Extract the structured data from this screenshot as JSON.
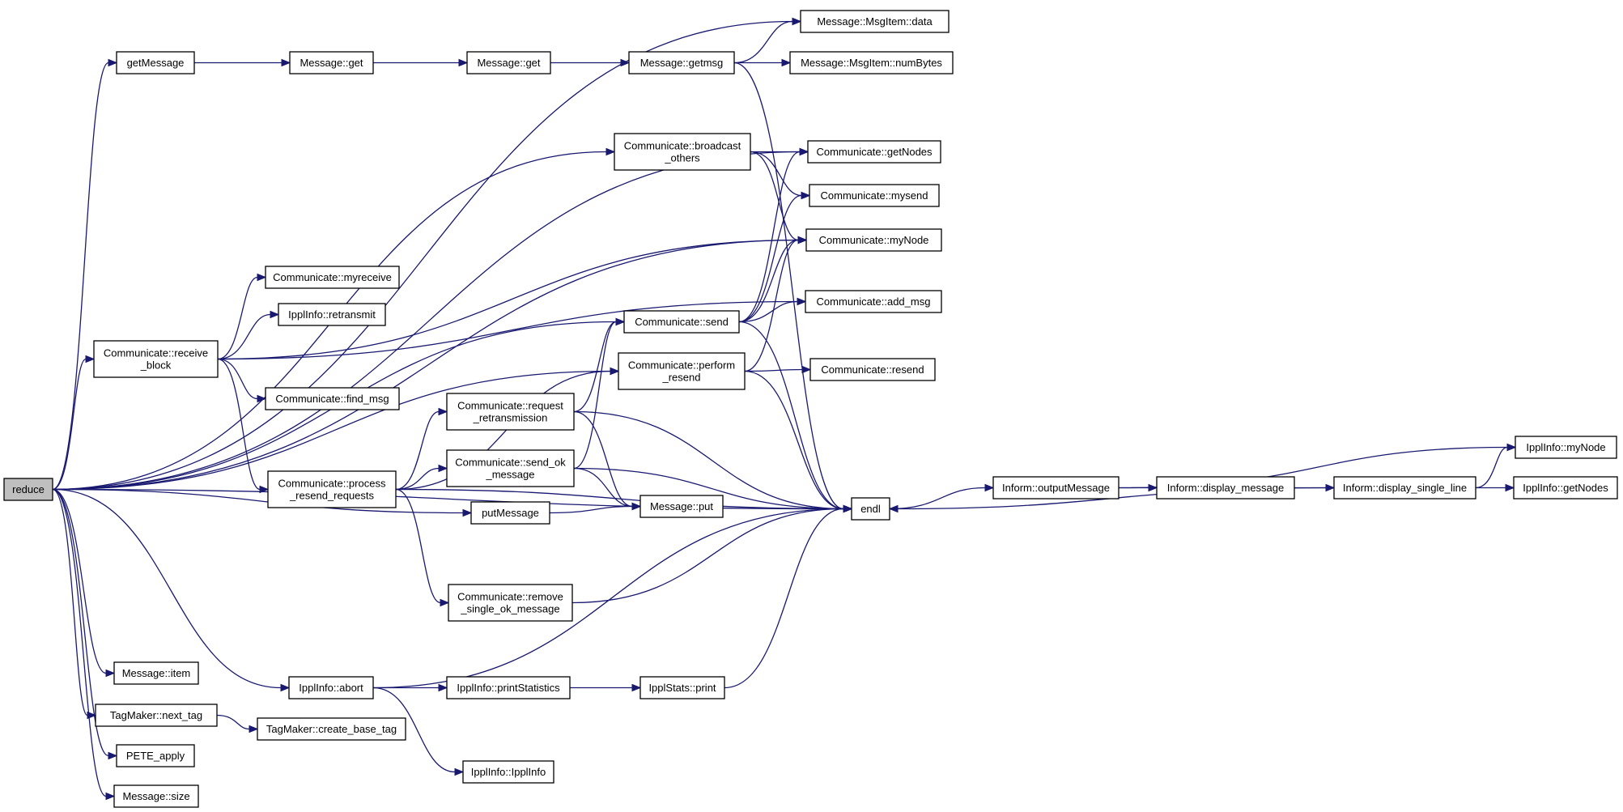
{
  "nodes": [
    {
      "id": "reduce",
      "lines": [
        "reduce"
      ]
    },
    {
      "id": "getMessage",
      "lines": [
        "getMessage"
      ]
    },
    {
      "id": "Message_get1",
      "lines": [
        "Message::get"
      ]
    },
    {
      "id": "Message_get2",
      "lines": [
        "Message::get"
      ]
    },
    {
      "id": "Message_getmsg",
      "lines": [
        "Message::getmsg"
      ]
    },
    {
      "id": "MsgItem_data",
      "lines": [
        "Message::MsgItem::data"
      ]
    },
    {
      "id": "MsgItem_numBytes",
      "lines": [
        "Message::MsgItem::numBytes"
      ]
    },
    {
      "id": "Comm_broadcast_others",
      "lines": [
        "Communicate::broadcast",
        "_others"
      ]
    },
    {
      "id": "Comm_getNodes",
      "lines": [
        "Communicate::getNodes"
      ]
    },
    {
      "id": "Comm_mysend",
      "lines": [
        "Communicate::mysend"
      ]
    },
    {
      "id": "Comm_myNode",
      "lines": [
        "Communicate::myNode"
      ]
    },
    {
      "id": "Comm_myreceive",
      "lines": [
        "Communicate::myreceive"
      ]
    },
    {
      "id": "IpplInfo_retransmit",
      "lines": [
        "IpplInfo::retransmit"
      ]
    },
    {
      "id": "Comm_add_msg",
      "lines": [
        "Communicate::add_msg"
      ]
    },
    {
      "id": "Comm_receive_block",
      "lines": [
        "Communicate::receive",
        "_block"
      ]
    },
    {
      "id": "Comm_send",
      "lines": [
        "Communicate::send"
      ]
    },
    {
      "id": "Comm_perform_resend",
      "lines": [
        "Communicate::perform",
        "_resend"
      ]
    },
    {
      "id": "Comm_resend",
      "lines": [
        "Communicate::resend"
      ]
    },
    {
      "id": "Comm_find_msg",
      "lines": [
        "Communicate::find_msg"
      ]
    },
    {
      "id": "Comm_request_retransmission",
      "lines": [
        "Communicate::request",
        "_retransmission"
      ]
    },
    {
      "id": "Comm_send_ok_message",
      "lines": [
        "Communicate::send_ok",
        "_message"
      ]
    },
    {
      "id": "Comm_process_resend_requests",
      "lines": [
        "Communicate::process",
        "_resend_requests"
      ]
    },
    {
      "id": "putMessage",
      "lines": [
        "putMessage"
      ]
    },
    {
      "id": "Message_put",
      "lines": [
        "Message::put"
      ]
    },
    {
      "id": "endl",
      "lines": [
        "endl"
      ]
    },
    {
      "id": "Inform_outputMessage",
      "lines": [
        "Inform::outputMessage"
      ]
    },
    {
      "id": "Inform_display_message",
      "lines": [
        "Inform::display_message"
      ]
    },
    {
      "id": "Inform_display_single_line",
      "lines": [
        "Inform::display_single_line"
      ]
    },
    {
      "id": "IpplInfo_myNode",
      "lines": [
        "IpplInfo::myNode"
      ]
    },
    {
      "id": "IpplInfo_getNodes",
      "lines": [
        "IpplInfo::getNodes"
      ]
    },
    {
      "id": "Comm_remove_single_ok_message",
      "lines": [
        "Communicate::remove",
        "_single_ok_message"
      ]
    },
    {
      "id": "Message_item",
      "lines": [
        "Message::item"
      ]
    },
    {
      "id": "IpplInfo_abort",
      "lines": [
        "IpplInfo::abort"
      ]
    },
    {
      "id": "IpplInfo_printStatistics",
      "lines": [
        "IpplInfo::printStatistics"
      ]
    },
    {
      "id": "IpplStats_print",
      "lines": [
        "IpplStats::print"
      ]
    },
    {
      "id": "TagMaker_next_tag",
      "lines": [
        "TagMaker::next_tag"
      ]
    },
    {
      "id": "TagMaker_create_base_tag",
      "lines": [
        "TagMaker::create_base_tag"
      ]
    },
    {
      "id": "PETE_apply",
      "lines": [
        "PETE_apply"
      ]
    },
    {
      "id": "IpplInfo_IpplInfo",
      "lines": [
        "IpplInfo::IpplInfo"
      ]
    },
    {
      "id": "Message_size",
      "lines": [
        "Message::size"
      ]
    }
  ],
  "edges": [
    [
      "reduce",
      "getMessage"
    ],
    [
      "reduce",
      "MsgItem_data"
    ],
    [
      "reduce",
      "Comm_getNodes"
    ],
    [
      "reduce",
      "Comm_broadcast_others"
    ],
    [
      "reduce",
      "Comm_myNode"
    ],
    [
      "reduce",
      "Comm_receive_block"
    ],
    [
      "reduce",
      "Comm_send"
    ],
    [
      "reduce",
      "Comm_perform_resend"
    ],
    [
      "reduce",
      "putMessage"
    ],
    [
      "reduce",
      "endl"
    ],
    [
      "reduce",
      "Message_item"
    ],
    [
      "reduce",
      "IpplInfo_abort"
    ],
    [
      "reduce",
      "TagMaker_next_tag"
    ],
    [
      "reduce",
      "PETE_apply"
    ],
    [
      "reduce",
      "Message_size"
    ],
    [
      "getMessage",
      "Message_get1"
    ],
    [
      "Message_get1",
      "Message_get2"
    ],
    [
      "Message_get2",
      "Message_getmsg"
    ],
    [
      "Message_getmsg",
      "MsgItem_data"
    ],
    [
      "Message_getmsg",
      "MsgItem_numBytes"
    ],
    [
      "Message_getmsg",
      "endl"
    ],
    [
      "Comm_broadcast_others",
      "Comm_getNodes"
    ],
    [
      "Comm_broadcast_others",
      "Comm_mysend"
    ],
    [
      "Comm_broadcast_others",
      "Comm_myNode"
    ],
    [
      "Comm_receive_block",
      "Comm_myNode"
    ],
    [
      "Comm_receive_block",
      "Comm_myreceive"
    ],
    [
      "Comm_receive_block",
      "IpplInfo_retransmit"
    ],
    [
      "Comm_receive_block",
      "Comm_add_msg"
    ],
    [
      "Comm_receive_block",
      "Comm_find_msg"
    ],
    [
      "Comm_receive_block",
      "Comm_process_resend_requests"
    ],
    [
      "Comm_send",
      "Comm_getNodes"
    ],
    [
      "Comm_send",
      "Comm_mysend"
    ],
    [
      "Comm_send",
      "Comm_myNode"
    ],
    [
      "Comm_send",
      "Comm_add_msg"
    ],
    [
      "Comm_send",
      "endl"
    ],
    [
      "Comm_perform_resend",
      "Comm_myNode"
    ],
    [
      "Comm_perform_resend",
      "Comm_resend"
    ],
    [
      "Comm_perform_resend",
      "endl"
    ],
    [
      "Comm_process_resend_requests",
      "Comm_perform_resend"
    ],
    [
      "Comm_process_resend_requests",
      "Comm_request_retransmission"
    ],
    [
      "Comm_process_resend_requests",
      "Comm_send_ok_message"
    ],
    [
      "Comm_process_resend_requests",
      "endl"
    ],
    [
      "Comm_process_resend_requests",
      "Comm_remove_single_ok_message"
    ],
    [
      "Comm_request_retransmission",
      "Comm_send"
    ],
    [
      "Comm_request_retransmission",
      "Message_put"
    ],
    [
      "Comm_request_retransmission",
      "endl"
    ],
    [
      "Comm_send_ok_message",
      "Comm_send"
    ],
    [
      "Comm_send_ok_message",
      "Message_put"
    ],
    [
      "Comm_send_ok_message",
      "endl"
    ],
    [
      "putMessage",
      "Message_put"
    ],
    [
      "Comm_remove_single_ok_message",
      "endl"
    ],
    [
      "endl",
      "Inform_outputMessage"
    ],
    [
      "Inform_outputMessage",
      "Inform_display_message"
    ],
    [
      "Inform_outputMessage",
      "IpplInfo_myNode"
    ],
    [
      "Inform_display_message",
      "Inform_display_single_line"
    ],
    [
      "Inform_display_single_line",
      "IpplInfo_myNode"
    ],
    [
      "Inform_display_single_line",
      "IpplInfo_getNodes"
    ],
    [
      "Inform_display_single_line",
      "endl"
    ],
    [
      "IpplInfo_abort",
      "IpplInfo_printStatistics"
    ],
    [
      "IpplInfo_abort",
      "endl"
    ],
    [
      "IpplInfo_abort",
      "IpplInfo_IpplInfo"
    ],
    [
      "IpplInfo_printStatistics",
      "IpplStats_print"
    ],
    [
      "IpplStats_print",
      "endl"
    ],
    [
      "TagMaker_next_tag",
      "TagMaker_create_base_tag"
    ]
  ]
}
